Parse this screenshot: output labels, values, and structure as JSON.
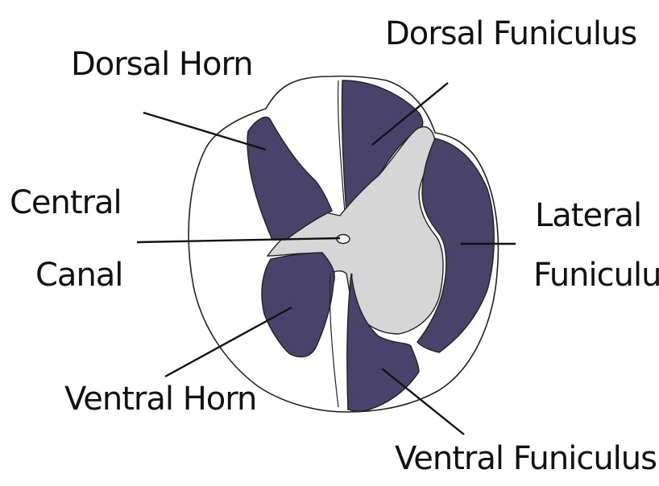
{
  "labels": {
    "dorsal_horn": "Dorsal Horn",
    "dorsal_funiculus": "Dorsal Funiculus",
    "central": "Central",
    "canal": "Canal",
    "lateral": "Lateral",
    "funiculus": "Funiculus",
    "ventral_horn": "Ventral Horn",
    "ventral_funiculus": "Ventral Funiculus"
  },
  "colors": {
    "white_matter_tract": "#4a4369",
    "gray_matter": "#d6d6d6",
    "outline": "#222222",
    "background": "#ffffff"
  }
}
